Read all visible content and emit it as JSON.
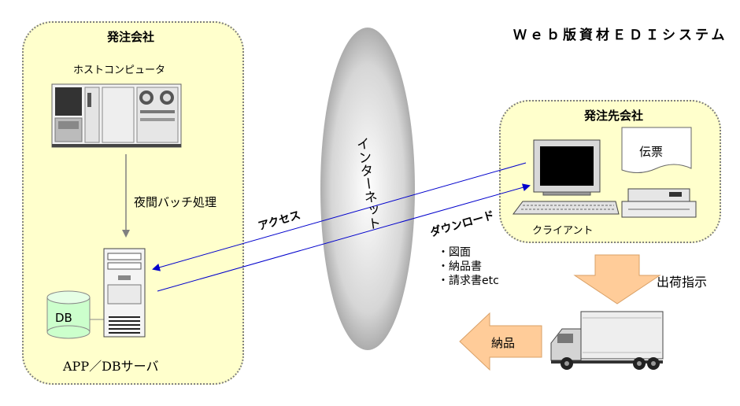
{
  "title": "Ｗｅｂ版資材ＥＤＩシステム",
  "ordering_company": {
    "label": "発注会社",
    "host_label": "ホストコンピュータ",
    "batch_label": "夜間バッチ処理",
    "db_label": "DB",
    "server_label": "APP／DBサーバ"
  },
  "internet_label": "インターネット",
  "access_label": "アクセス",
  "download_label": "ダウンロード",
  "download_items": [
    "・図面",
    "・納品書",
    "・請求書etc"
  ],
  "supplier_company": {
    "label": "発注先会社",
    "slip_label": "伝票",
    "client_label": "クライアント"
  },
  "shipping_label": "出荷指示",
  "delivery_label": "納品",
  "colors": {
    "zone_fill": "#ffffcc",
    "arrow_fill": "#ffcc99",
    "connection_line": "#0000cc"
  }
}
